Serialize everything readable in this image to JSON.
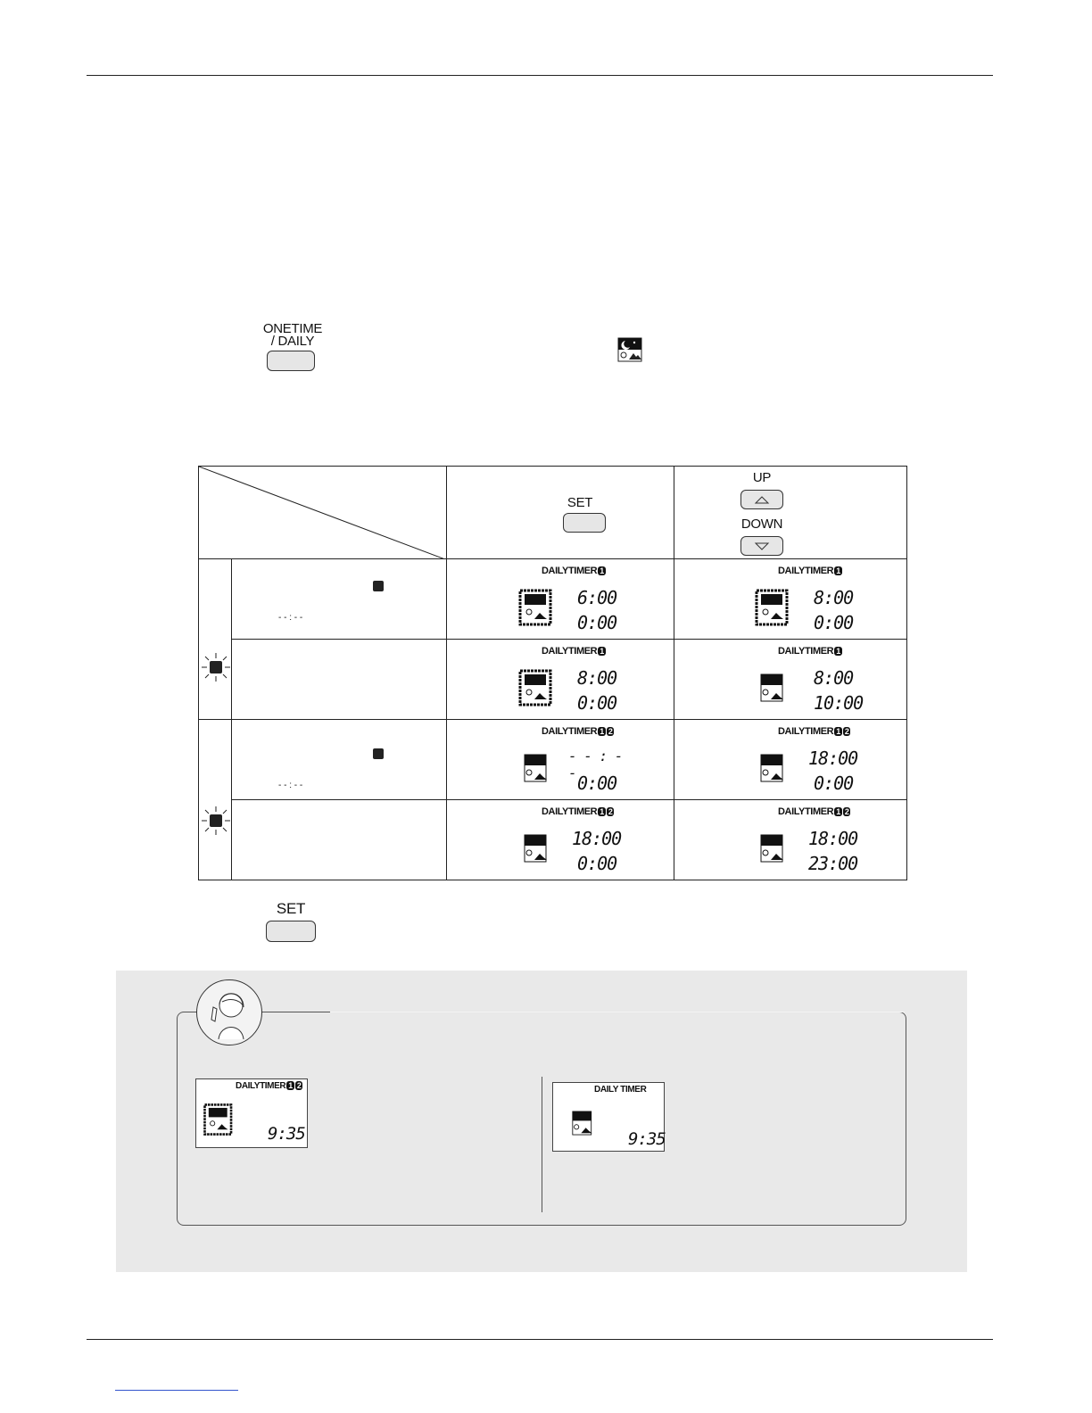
{
  "buttons": {
    "onetime_daily_line1": "ONETIME",
    "onetime_daily_line2": "/ DAILY",
    "set": "SET",
    "up": "UP",
    "down": "DOWN"
  },
  "lcd": {
    "daily_timer": "DAILYTIMER",
    "daily_timer_spaced": "DAILY TIMER",
    "timer1": "1",
    "timer2": "2",
    "dashes": "- - : - -"
  },
  "table": {
    "rows": [
      {
        "set_time": "6:00",
        "set_off": "0:00",
        "updown_time": "8:00",
        "updown_off": "0:00",
        "timers": [
          "1"
        ]
      },
      {
        "set_time": "8:00",
        "set_off": "0:00",
        "updown_time": "8:00",
        "updown_off": "10:00",
        "timers": [
          "1"
        ]
      },
      {
        "set_time": "- - : - -",
        "set_off": "0:00",
        "updown_time": "18:00",
        "updown_off": "0:00",
        "timers": [
          "1",
          "2"
        ]
      },
      {
        "set_time": "18:00",
        "set_off": "0:00",
        "updown_time": "18:00",
        "updown_off": "23:00",
        "timers": [
          "1",
          "2"
        ]
      }
    ]
  },
  "note": {
    "left_time": "9:35",
    "right_time": "9:35"
  }
}
